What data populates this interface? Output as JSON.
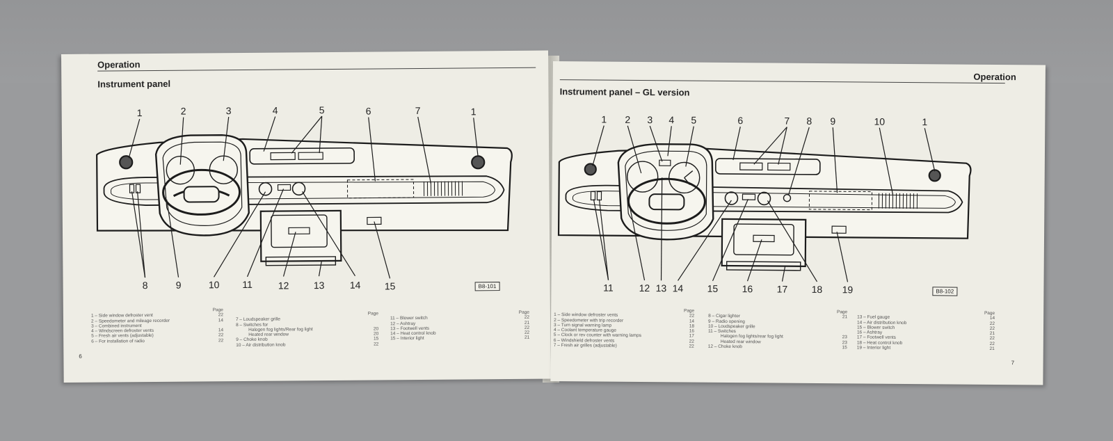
{
  "left_page": {
    "section": "Operation",
    "title": "Instrument panel",
    "page_number": "6",
    "figure_code": "B8-101",
    "callouts": {
      "top": [
        "1",
        "2",
        "3",
        "4",
        "5",
        "6",
        "7",
        "1"
      ],
      "bottom": [
        "8",
        "9",
        "10",
        "11",
        "12",
        "13",
        "14",
        "15"
      ]
    },
    "legend": {
      "page_heading": "Page",
      "col1": [
        {
          "text": "1 – Side window defroster vent",
          "page": "22"
        },
        {
          "text": "2 – Speedometer and mileage recorder",
          "page": "14"
        },
        {
          "text": "3 – Combined instrument",
          "page": ""
        },
        {
          "text": "4 – Windscreen defroster vents",
          "page": "14"
        },
        {
          "text": "5 – Fresh air vents (adjustable)",
          "page": "22"
        },
        {
          "text": "6 – For installation of radio",
          "page": "22"
        }
      ],
      "col2": [
        {
          "text": "7 – Loudspeaker grille",
          "page": ""
        },
        {
          "text": "8 – Switches for",
          "page": ""
        },
        {
          "text": "Halogen fog lights/Rear fog light",
          "page": "20"
        },
        {
          "text": "Heated rear window",
          "page": "20"
        },
        {
          "text": "9 – Choke knob",
          "page": "15"
        },
        {
          "text": "10 – Air distribution knob",
          "page": "22"
        }
      ],
      "col3": [
        {
          "text": "11 – Blower switch",
          "page": "22"
        },
        {
          "text": "12 – Ashtray",
          "page": "21"
        },
        {
          "text": "13 – Footwell vents",
          "page": "22"
        },
        {
          "text": "14 – Heat control knob",
          "page": "22"
        },
        {
          "text": "15 – Interior light",
          "page": "21"
        }
      ]
    }
  },
  "right_page": {
    "section": "Operation",
    "title": "Instrument panel – GL version",
    "page_number": "7",
    "figure_code": "B8-102",
    "callouts": {
      "top": [
        "1",
        "2",
        "3",
        "4",
        "5",
        "6",
        "7",
        "8",
        "9",
        "10",
        "1"
      ],
      "bottom": [
        "11",
        "12",
        "13",
        "14",
        "15",
        "16",
        "17",
        "18",
        "19"
      ]
    },
    "legend": {
      "page_heading": "Page",
      "col1": [
        {
          "text": "1 – Side window defroster vents",
          "page": "22"
        },
        {
          "text": "2 – Speedometer with trip recorder",
          "page": "14"
        },
        {
          "text": "3 – Turn signal warning lamp",
          "page": "18"
        },
        {
          "text": "4 – Coolant temperature gauge",
          "page": "16"
        },
        {
          "text": "5 – Clock or rev counter with warning lamps",
          "page": "17"
        },
        {
          "text": "6 – Windshield defroster vents",
          "page": "22"
        },
        {
          "text": "7 – Fresh air grilles (adjustable)",
          "page": "22"
        }
      ],
      "col2": [
        {
          "text": "8 – Cigar lighter",
          "page": "21"
        },
        {
          "text": "9 – Radio opening",
          "page": ""
        },
        {
          "text": "10 – Loudspeaker grille",
          "page": ""
        },
        {
          "text": "11 – Switches",
          "page": ""
        },
        {
          "text": "Halogen fog lights/rear fog light",
          "page": "23"
        },
        {
          "text": "Heated rear window",
          "page": "23"
        },
        {
          "text": "12 – Choke knob",
          "page": "15"
        }
      ],
      "col3": [
        {
          "text": "13 – Fuel gauge",
          "page": "14"
        },
        {
          "text": "14 – Air distribution knob",
          "page": "22"
        },
        {
          "text": "15 – Blower switch",
          "page": "22"
        },
        {
          "text": "16 – Ashtray",
          "page": "21"
        },
        {
          "text": "17 – Footwell vents",
          "page": "22"
        },
        {
          "text": "18 – Heat control knob",
          "page": "22"
        },
        {
          "text": "19 – Interior light",
          "page": "21"
        }
      ]
    }
  }
}
